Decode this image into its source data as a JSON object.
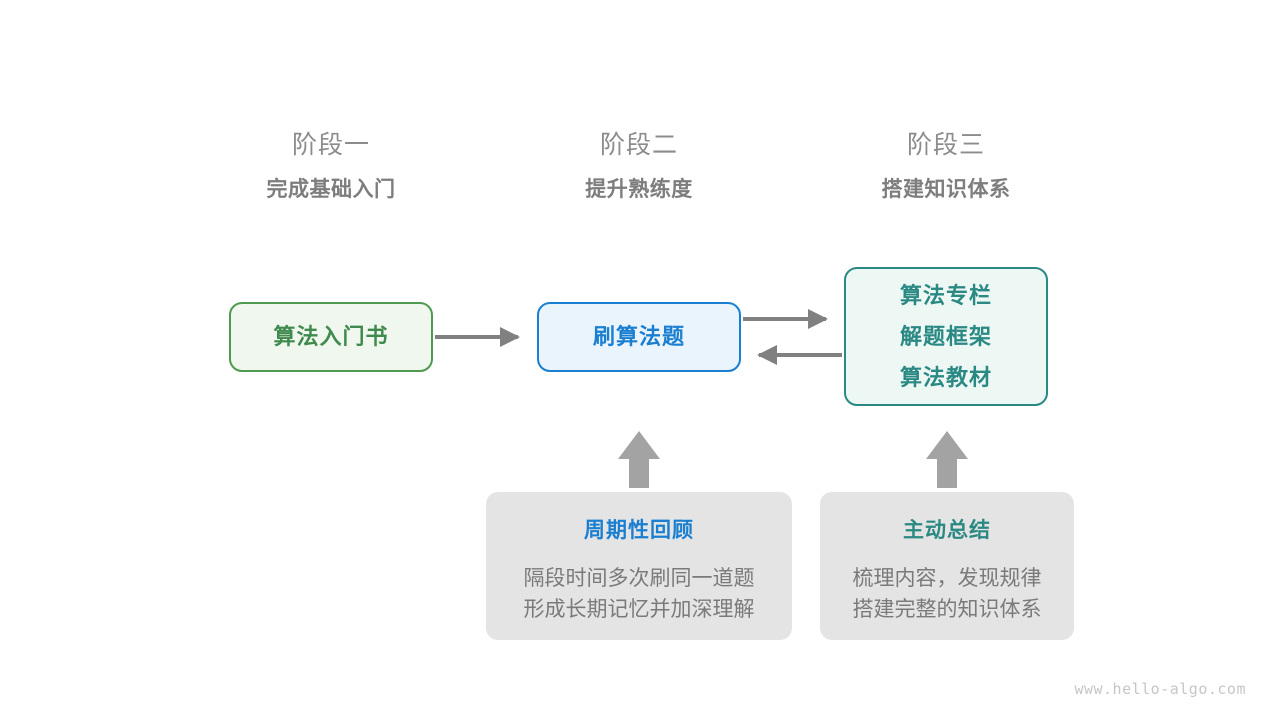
{
  "diagram": {
    "stages": [
      {
        "name": "阶段一",
        "goal": "完成基础入门"
      },
      {
        "name": "阶段二",
        "goal": "提升熟练度"
      },
      {
        "name": "阶段三",
        "goal": "搭建知识体系"
      }
    ],
    "nodes": {
      "intro_book": {
        "label": "算法入门书",
        "color": "#3f8a4c"
      },
      "practice": {
        "label": "刷算法题",
        "color": "#1b7fd1"
      },
      "knowledge": {
        "lines": [
          "算法专栏",
          "解题框架",
          "算法教材"
        ],
        "color": "#2b8984"
      }
    },
    "methods": [
      {
        "title": "周期性回顾",
        "title_color": "#1b7fd1",
        "body_lines": [
          "隔段时间多次刷同一道题",
          "形成长期记忆并加深理解"
        ]
      },
      {
        "title": "主动总结",
        "title_color": "#2b8984",
        "body_lines": [
          "梳理内容，发现规律",
          "搭建完整的知识体系"
        ]
      }
    ],
    "connectors": {
      "arrow_color": "#808080",
      "intro_to_practice": "arrow-right-icon",
      "practice_to_knowledge": "arrow-right-icon",
      "knowledge_to_practice": "arrow-left-icon",
      "review_to_practice": "arrow-up-icon",
      "summary_to_knowledge": "arrow-up-icon"
    },
    "watermark": "www.hello-algo.com"
  }
}
